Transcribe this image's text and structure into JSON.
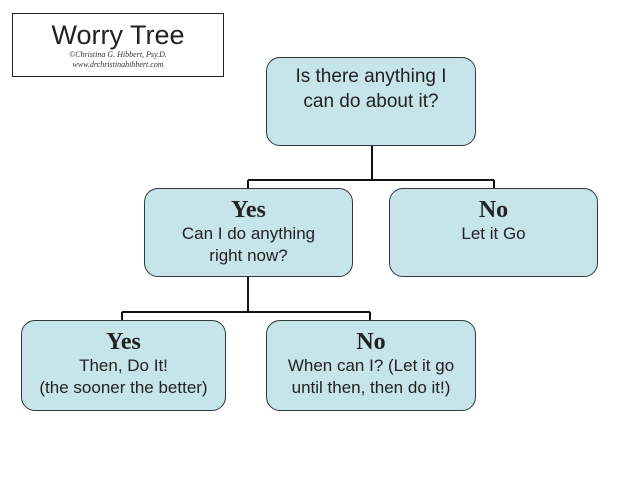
{
  "title": {
    "main": "Worry Tree",
    "copyright": "©Christina G. Hibbert, Psy.D.",
    "website": "www.drchristinahibbert.com"
  },
  "nodes": {
    "question": {
      "text_line1": "Is there anything I",
      "text_line2": "can do about it?"
    },
    "yes1": {
      "head": "Yes",
      "line1": "Can I do anything",
      "line2": "right now?"
    },
    "no1": {
      "head": "No",
      "line1": "Let it Go"
    },
    "yes2": {
      "head": "Yes",
      "line1": "Then, Do It!",
      "line2": "(the sooner the better)"
    },
    "no2": {
      "head": "No",
      "line1": "When can I?  (Let it go",
      "line2": "until then, then do it!)"
    }
  },
  "colors": {
    "node_fill": "#c6e4ea",
    "node_border": "#2f3a3c",
    "connector": "#111111"
  }
}
